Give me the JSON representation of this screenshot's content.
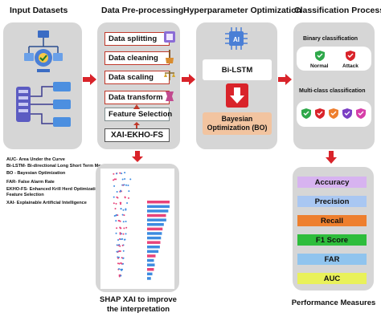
{
  "headers": {
    "input": "Input Datasets",
    "preprocessing": "Data Pre-processing",
    "hyperparameter": "Hyperparameter Optimization",
    "classification": "Classification Process"
  },
  "preprocessing_steps": [
    "Data splitting",
    "Data cleaning",
    "Data scaling",
    "Data transform",
    "Feature Selection",
    "XAI-EKHO-FS"
  ],
  "hyperparameter": {
    "model": "Bi-LSTM",
    "optimizer_line1": "Bayesian",
    "optimizer_line2": "Optimization (BO)"
  },
  "classification": {
    "binary_title": "Binary classification",
    "normal": "Normal",
    "attack": "Attack",
    "multi_title": "Multi-class  classification"
  },
  "glossary": [
    "AUC- Area Under the Curve",
    "Bi-LSTM- Bi-directional Long Short Term Memory",
    "BO - Bayesian Optimization",
    "FAR- False Alarm Rate",
    "EKHO-FS- Enhanced Krill Herd Optimization",
    "Feature Selection",
    "XAI- Explainable Artificial Intelligence"
  ],
  "shap_caption": {
    "line1": "SHAP XAI to improve",
    "line2": "the interpretation"
  },
  "metrics": [
    {
      "label": "Accuracy",
      "color": "#d7b3f0"
    },
    {
      "label": "Precision",
      "color": "#a9c7f2"
    },
    {
      "label": "Recall",
      "color": "#ee7f2e"
    },
    {
      "label": "F1 Score",
      "color": "#2ebd3c"
    },
    {
      "label": "FAR",
      "color": "#90c4ee"
    },
    {
      "label": "AUC",
      "color": "#e9f15a"
    }
  ],
  "performance_title": "Performance Measures",
  "colors": {
    "panel": "#d6d6d6",
    "arrow": "#d9232a",
    "step_border": "#c0392b",
    "bo_box": "#f2c4a0",
    "lstm_box": "#ffffff"
  },
  "icons": {
    "network": "network-nodes-icon",
    "database": "database-icon",
    "chip": "ai-chip-icon",
    "shield": "shield-check-icon"
  }
}
